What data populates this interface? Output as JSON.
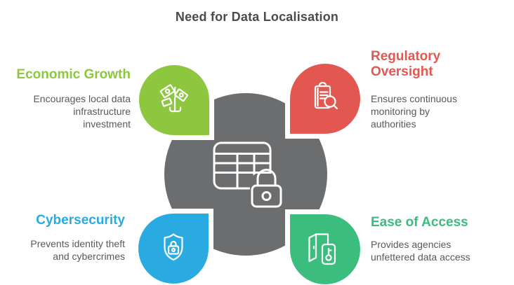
{
  "title": "Need for Data Localisation",
  "palette": {
    "green": "#8DC63F",
    "red": "#E2574F",
    "blue": "#29ABE2",
    "teal": "#3BBE7D",
    "gray": "#6C6D6F",
    "title_gray": "#4B4B4D",
    "body_gray": "#58595B"
  },
  "center": {
    "icon": "table-lock-icon",
    "meaning": "protected data table",
    "color": "#6C6D6F"
  },
  "sections": {
    "economic_growth": {
      "heading": "Economic Growth",
      "body": "Encourages local data\ninfrastructure\ninvestment",
      "color": "#8DC63F",
      "icon": "money-tree-icon",
      "position": "top-left"
    },
    "regulatory_oversight": {
      "heading": "Regulatory\nOversight",
      "body": "Ensures continuous\nmonitoring by\nauthorities",
      "color": "#E2574F",
      "icon": "clipboard-search-icon",
      "position": "top-right"
    },
    "cybersecurity": {
      "heading": "Cybersecurity",
      "body": "Prevents identity theft\nand cybercrimes",
      "color": "#29ABE2",
      "icon": "shield-lock-icon",
      "position": "bottom-left"
    },
    "ease_of_access": {
      "heading": "Ease of Access",
      "body": "Provides agencies\nunfettered data access",
      "color": "#3BBE7D",
      "icon": "door-key-icon",
      "position": "bottom-right"
    }
  }
}
